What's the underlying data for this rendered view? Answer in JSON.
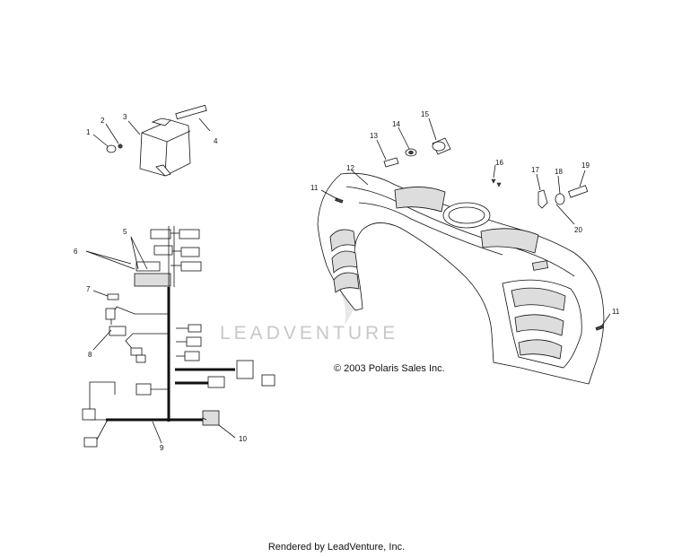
{
  "watermark": "LEADVENTURE",
  "copyright": "© 2003 Polaris Sales Inc.",
  "footer": "Rendered by LeadVenture, Inc.",
  "callouts": {
    "c1": "1",
    "c2": "2",
    "c3": "3",
    "c4": "4",
    "c5": "5",
    "c6": "6",
    "c7": "7",
    "c8": "8",
    "c9": "9",
    "c10": "10",
    "c11a": "11",
    "c11b": "11",
    "c12": "12",
    "c13": "13",
    "c14": "14",
    "c15": "15",
    "c16": "16",
    "c17": "17",
    "c18": "18",
    "c19": "19",
    "c20": "20"
  }
}
